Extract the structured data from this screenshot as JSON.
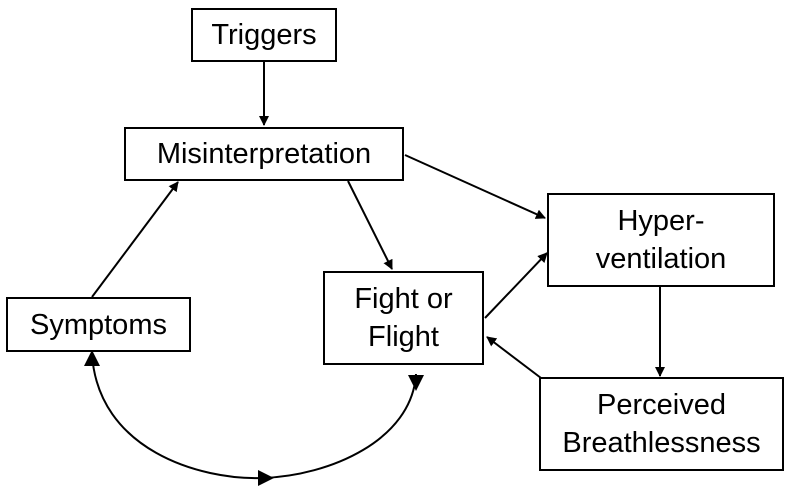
{
  "nodes": {
    "triggers": {
      "label": "Triggers"
    },
    "misinterpretation": {
      "label": "Misinterpretation"
    },
    "hyperventilation": {
      "line1": "Hyper-",
      "line2": "ventilation"
    },
    "fight_or_flight": {
      "line1": "Fight or",
      "line2": "Flight"
    },
    "symptoms": {
      "label": "Symptoms"
    },
    "perceived_breathlessness": {
      "line1": "Perceived",
      "line2": "Breathlessness"
    }
  },
  "edges": [
    {
      "from": "Triggers",
      "to": "Misinterpretation"
    },
    {
      "from": "Misinterpretation",
      "to": "Hyperventilation"
    },
    {
      "from": "Misinterpretation",
      "to": "Fight or Flight"
    },
    {
      "from": "Fight or Flight",
      "to": "Hyperventilation"
    },
    {
      "from": "Hyperventilation",
      "to": "Perceived Breathlessness"
    },
    {
      "from": "Perceived Breathlessness",
      "to": "Fight or Flight"
    },
    {
      "from": "Symptoms",
      "to": "Misinterpretation"
    },
    {
      "from": "Fight or Flight",
      "to": "Symptoms",
      "bidirectional": true
    }
  ],
  "colors": {
    "stroke": "#000000",
    "background": "#ffffff"
  }
}
